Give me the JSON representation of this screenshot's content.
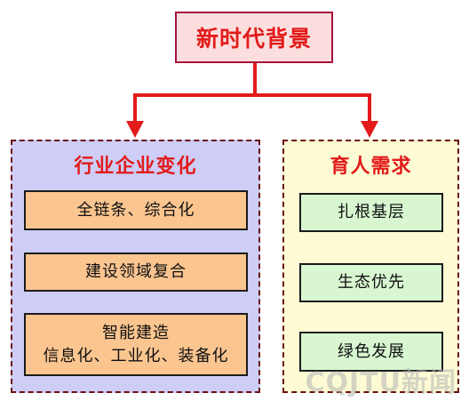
{
  "title": "新时代背景",
  "left_panel": {
    "title": "行业企业变化",
    "items": [
      {
        "lines": [
          "全链条、综合化"
        ]
      },
      {
        "lines": [
          "建设领域复合"
        ]
      },
      {
        "lines": [
          "智能建造",
          "信息化、工业化、装备化"
        ]
      }
    ]
  },
  "right_panel": {
    "title": "育人需求",
    "items": [
      {
        "lines": [
          "扎根基层"
        ]
      },
      {
        "lines": [
          "生态优先"
        ]
      },
      {
        "lines": [
          "绿色发展"
        ]
      }
    ]
  },
  "watermark": "CQJTU新闻",
  "colors": {
    "arrow": "#e21b1b",
    "title_border": "#a8113a",
    "title_text": "#e21b1b",
    "left_panel_bg": "#cdcdf6",
    "right_panel_bg": "#fdfbd4",
    "left_item_bg": "#fbc590",
    "right_item_bg": "#d8f7d1"
  }
}
